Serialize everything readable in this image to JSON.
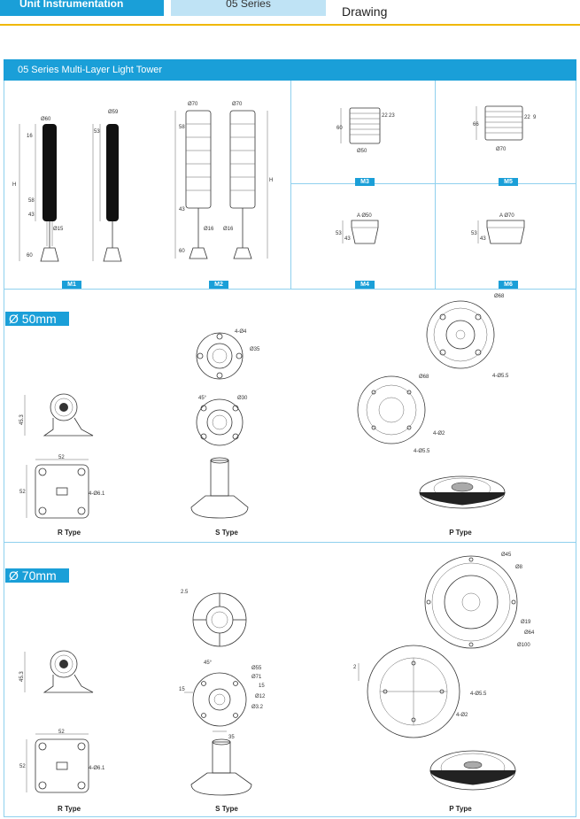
{
  "top": {
    "tab1": "Unit Instrumentation",
    "tab2": "05 Series",
    "tab3": "Drawing"
  },
  "section_title": "05 Series Multi-Layer Light Tower",
  "models": {
    "m1": "M1",
    "m2": "M2",
    "m3": "M3",
    "m4": "M4",
    "m5": "M5",
    "m6": "M6"
  },
  "m1_dims": {
    "d_top": "Ø60",
    "d_top2": "Ø59",
    "h16": "16",
    "h53": "53",
    "h58": "58",
    "h43": "43",
    "h": "H",
    "d15": "Ø15",
    "h60": "60"
  },
  "m2_dims": {
    "d70": "Ø70",
    "d70b": "Ø70",
    "h58": "58",
    "h43": "43",
    "d16": "Ø16",
    "d16b": "Ø16",
    "h60": "60",
    "h": "H"
  },
  "m3_dims": {
    "h60": "60",
    "d50": "Ø50",
    "h22": "22",
    "h23": "23"
  },
  "m5_dims": {
    "h66": "66",
    "d70": "Ø70",
    "h22": "22",
    "h9": "9"
  },
  "m4_dims": {
    "d50": "A Ø50",
    "h53": "53",
    "h43": "43"
  },
  "m6_dims": {
    "d70": "A Ø70",
    "h53": "53",
    "h43": "43"
  },
  "d50": {
    "tag": "Ø 50mm",
    "r_type": "R Type",
    "s_type": "S Type",
    "p_type": "P Type",
    "r_h": "45.3",
    "r_w": "52",
    "r_side": "52",
    "r_holes": "4-Ø6.1",
    "s_holes": "4-Ø4",
    "s_d": "Ø35",
    "s_d2": "Ø30",
    "s_45": "45°",
    "p_d68": "Ø68",
    "p_holes": "4-Ø5.5",
    "p_d68b": "Ø68",
    "p_holes2": "4-Ø2",
    "p_holes3": "4-Ø5.5"
  },
  "d70": {
    "tag": "Ø 70mm",
    "r_type": "R Type",
    "s_type": "S Type",
    "p_type": "P Type",
    "r_h": "45.3",
    "r_w": "52",
    "r_side": "52",
    "r_holes": "4-Ø6.1",
    "s_25": "2.5",
    "s_45": "45°",
    "s_d55": "Ø55",
    "s_d71": "Ø71",
    "s_15a": "15",
    "s_15b": "15",
    "s_d12": "Ø12",
    "s_d32": "Ø3.2",
    "s_35": "35",
    "p_d45": "Ø45",
    "p_d8": "Ø8",
    "p_d19": "Ø19",
    "p_d64": "Ø64",
    "p_d100": "Ø100",
    "p_2": "2",
    "p_holes": "4-Ø5.5",
    "p_holes2": "4-Ø2"
  }
}
